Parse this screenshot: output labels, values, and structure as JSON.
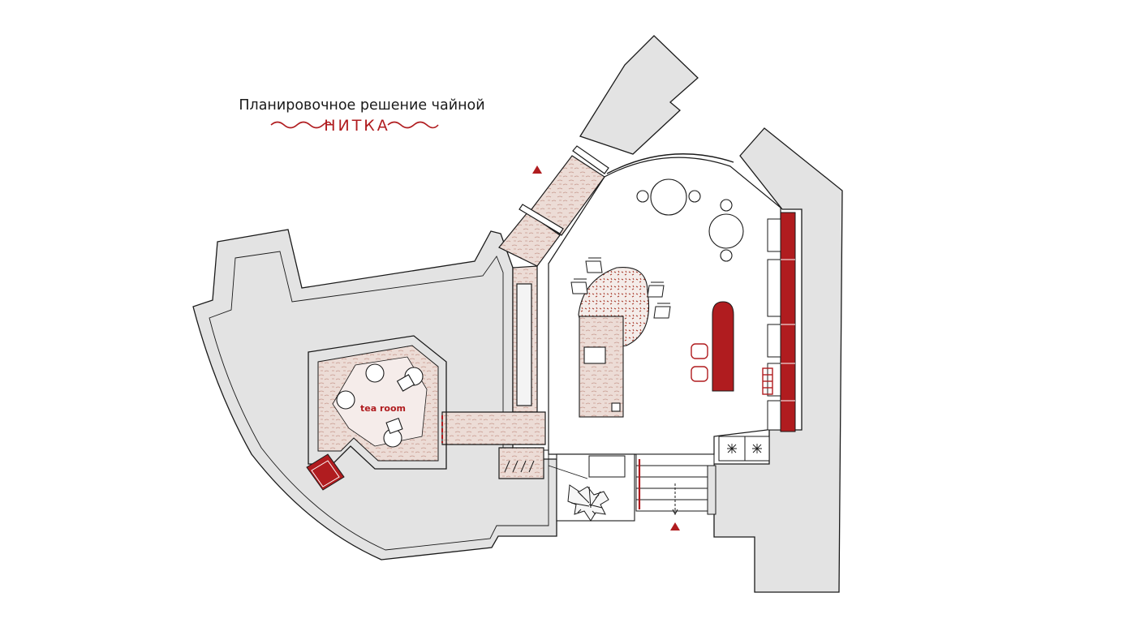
{
  "title": "Планировочное решение чайной",
  "brand": "НИТКА",
  "rooms": {
    "tea_room": "tea room"
  },
  "colors": {
    "accent": "#b01c1f",
    "wall_fill": "#e3e3e3",
    "wall_stroke": "#1a1a1a",
    "tile_fill": "#ecdcd6",
    "tile_line": "#c79a8f"
  },
  "icons": {
    "entrance_marker": "triangle-up",
    "plant": "tree-top-view"
  }
}
